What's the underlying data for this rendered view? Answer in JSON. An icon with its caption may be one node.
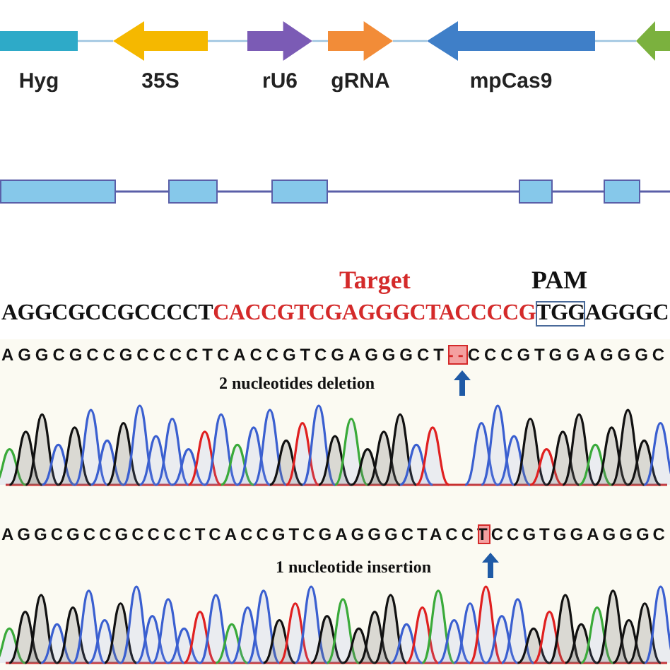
{
  "diagram": {
    "nodes": [
      {
        "text": [
          "Hyg"
        ]
      },
      {
        "text": [
          "35S"
        ]
      },
      {
        "text": [
          "rU6"
        ]
      },
      {
        "text": [
          "gRNA"
        ]
      },
      {
        "text": [
          "mpCas9"
        ]
      },
      {
        "text": [],
        "shape": "arrow"
      },
      {
        "text": [],
        "shape": "box"
      },
      {
        "text": [],
        "shape": "box"
      },
      {
        "text": [],
        "shape": "box"
      },
      {
        "text": [],
        "shape": "box"
      },
      {
        "text": [],
        "shape": "box"
      }
    ],
    "edges": [
      {
        "from": 0,
        "to": 1,
        "arrow": "none"
      },
      {
        "from": 1,
        "to": 2,
        "arrow": "none"
      },
      {
        "from": 2,
        "to": 3,
        "arrow": "none"
      },
      {
        "from": 3,
        "to": 4,
        "arrow": "none"
      },
      {
        "from": 4,
        "to": 5,
        "arrow": "none"
      },
      {
        "from": 6,
        "to": 7,
        "arrow": "none",
        "color": "#5a5fa8"
      },
      {
        "from": 7,
        "to": 8,
        "arrow": "none",
        "color": "#5a5fa8"
      },
      {
        "from": 8,
        "to": 9,
        "arrow": "none",
        "color": "#5a5fa8"
      },
      {
        "from": 9,
        "to": 10,
        "arrow": "none",
        "color": "#5a5fa8"
      },
      {
        "from": 10,
        "to": null,
        "arrow": "none",
        "color": "#5a5fa8"
      }
    ],
    "labels": [
      "Target",
      "PAM",
      "AGGCGCCGCCCCT",
      "CACCGTCGAGGGCTACCCCG",
      "TGG",
      "AGGGC",
      "AGGCGCCGCCCCTCACCGTCGAGGGCT",
      "--",
      "CCCGTGGAGGGC",
      "2 nucleotides deletion",
      "AGGCGCCGCCCCTCACCGTCGAGGGCTACC",
      "T",
      "CCGTGGAGGGC",
      "1 nucleotide insertion"
    ]
  }
}
